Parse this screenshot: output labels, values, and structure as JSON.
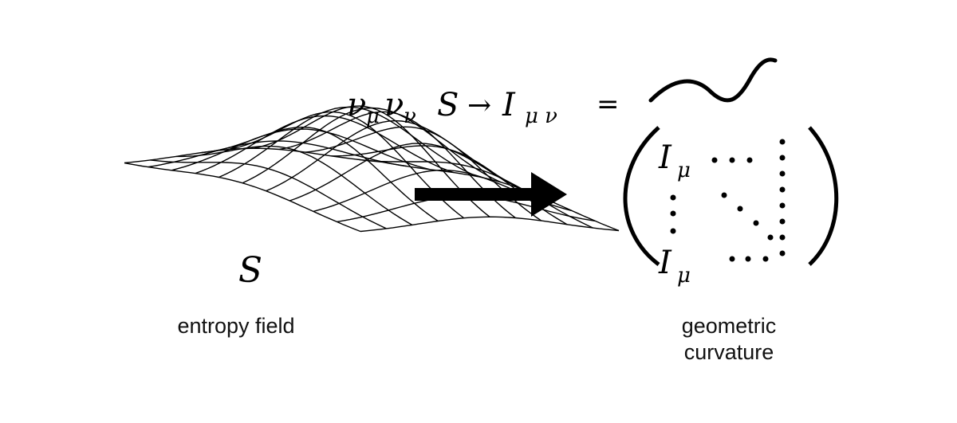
{
  "surface": {
    "symbol": "S",
    "caption": "entropy field"
  },
  "equation": {
    "nu": "ν",
    "mu_sub": "μ",
    "nu_sub": "ν",
    "S": "S",
    "arrow": "→",
    "I": "I",
    "munu_sub": "μ ν",
    "equals": "="
  },
  "matrix": {
    "entry_symbol": "I",
    "entry_sub": "μ"
  },
  "caption_right": {
    "line1": "geometric",
    "line2": "curvature"
  },
  "colors": {
    "ink": "#000000",
    "text": "#111111",
    "background": "#ffffff"
  },
  "icons": {
    "flow_arrow": "right-arrow-icon",
    "curvature_wave": "wave-curve-icon"
  }
}
